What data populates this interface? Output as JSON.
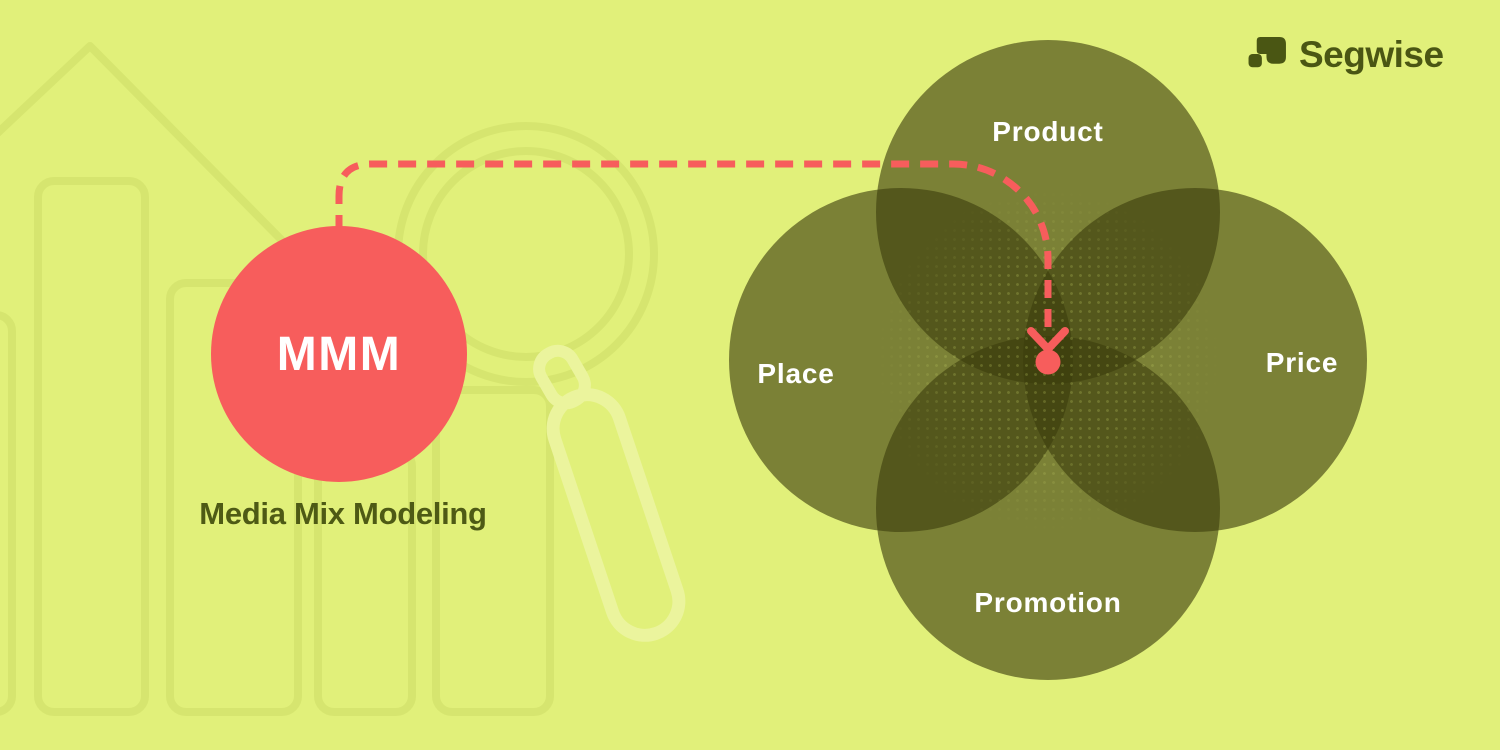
{
  "brand": {
    "name": "Segwise"
  },
  "mmm_node": {
    "abbr": "MMM",
    "caption": "Media Mix Modeling"
  },
  "venn": {
    "items": [
      {
        "id": "product",
        "label": "Product"
      },
      {
        "id": "place",
        "label": "Place"
      },
      {
        "id": "price",
        "label": "Price"
      },
      {
        "id": "promotion",
        "label": "Promotion"
      }
    ]
  },
  "connector": {
    "type": "dashed-arrow",
    "from": "mmm-node",
    "to": "venn-center"
  },
  "icons": {
    "brand_mark": "segwise-squares-mark",
    "watermarks": [
      "growth-line",
      "bar-chart",
      "magnifying-glass"
    ]
  },
  "colors": {
    "background": "#E1F07A",
    "accent-red": "#F75D5C",
    "venn-fill": "rgba(60,61,13,0.62)",
    "label-white": "#FFFFFF",
    "text-olive": "#4E5A15",
    "logo-olive": "#4A5613",
    "watermark-dark": "#D6E56F",
    "watermark-light": "#EBF49D"
  }
}
